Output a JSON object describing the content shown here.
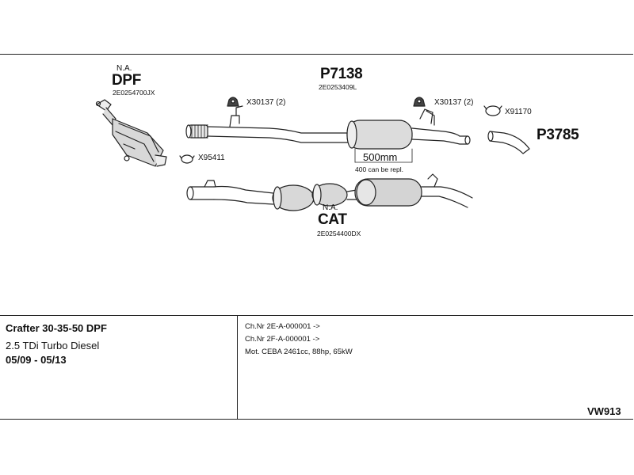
{
  "parts": {
    "dpf": {
      "na": "N.A.",
      "name": "DPF",
      "number": "2E0254700JX"
    },
    "p7138": {
      "name": "P7138",
      "number": "2E0253409L"
    },
    "p3785": {
      "name": "P3785"
    },
    "cat": {
      "na": "N.A.",
      "name": "CAT",
      "number": "2E0254400DX"
    },
    "length": {
      "value": "500mm",
      "note": "400 can be repl."
    }
  },
  "hardware": {
    "x30137_left": "X30137 (2)",
    "x30137_right": "X30137 (2)",
    "x91170": "X91170",
    "x95411": "X95411"
  },
  "vehicle": {
    "model": "Crafter 30-35-50 DPF",
    "engine": "2.5 TDi Turbo Diesel",
    "years": "05/09 - 05/13"
  },
  "chassis": {
    "line1": "Ch.Nr 2E-A-000001 ->",
    "line2": "Ch.Nr 2F-A-000001 ->",
    "line3": "Mot. CEBA 2461cc, 88hp, 65kW"
  },
  "catalog_code": "VW913"
}
